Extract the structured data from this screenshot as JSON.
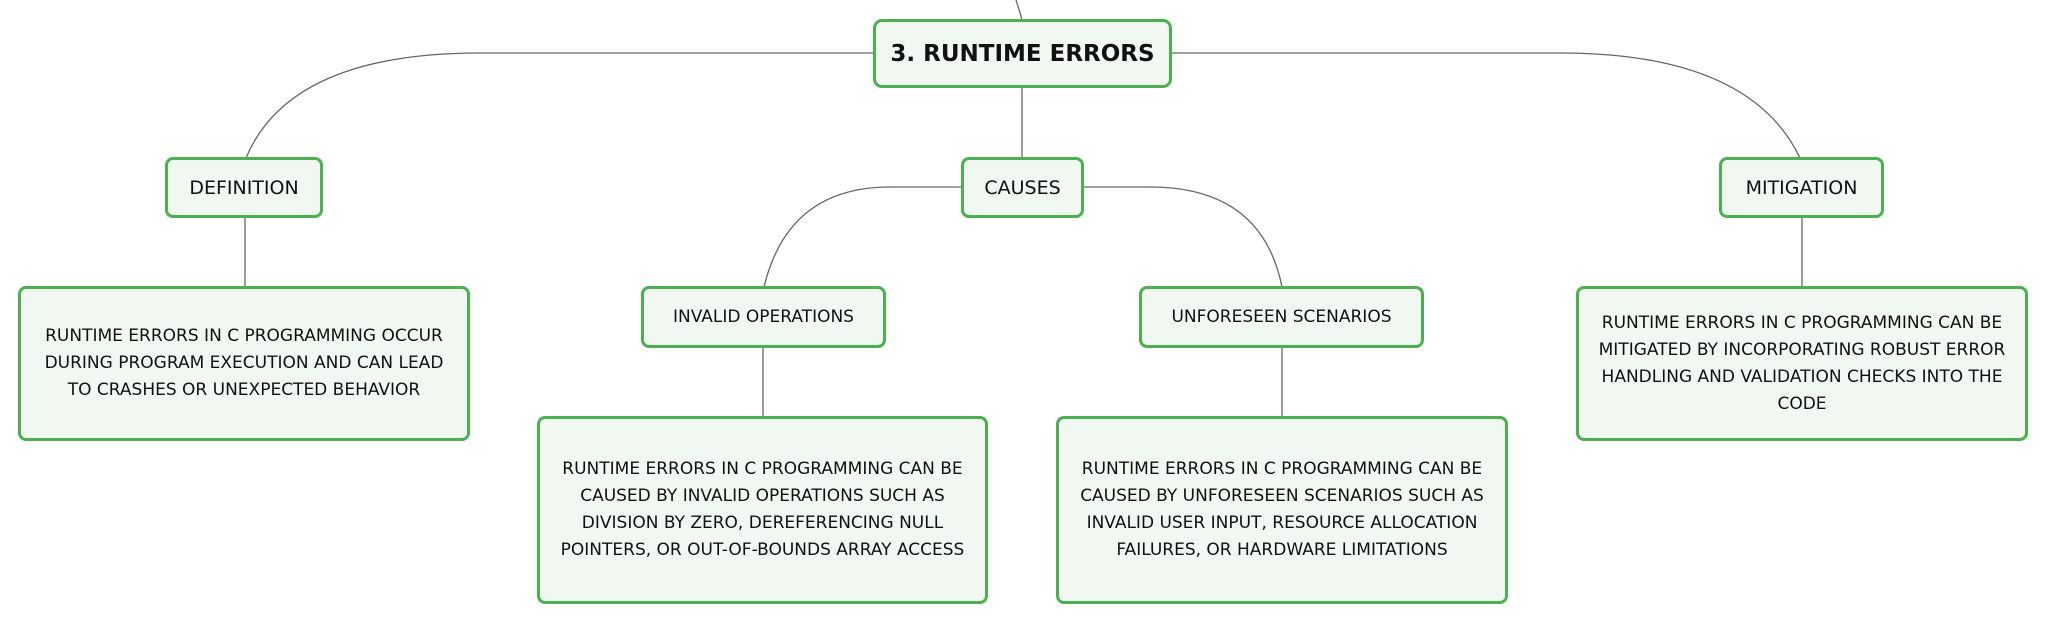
{
  "diagram": {
    "root": {
      "label": "3. RUNTIME ERRORS"
    },
    "definition": {
      "label": "DEFINITION",
      "description": "RUNTIME ERRORS IN C PROGRAMMING OCCUR DURING PROGRAM EXECUTION AND CAN LEAD TO CRASHES OR UNEXPECTED BEHAVIOR"
    },
    "causes": {
      "label": "CAUSES",
      "invalid_operations": {
        "label": "INVALID OPERATIONS",
        "description": "RUNTIME ERRORS IN C PROGRAMMING CAN BE CAUSED BY INVALID OPERATIONS SUCH AS DIVISION BY ZERO, DEREFERENCING NULL POINTERS, OR OUT-OF-BOUNDS ARRAY ACCESS"
      },
      "unforeseen_scenarios": {
        "label": "UNFORESEEN SCENARIOS",
        "description": "RUNTIME ERRORS IN C PROGRAMMING CAN BE CAUSED BY UNFORESEEN SCENARIOS SUCH AS INVALID USER INPUT, RESOURCE ALLOCATION FAILURES, OR HARDWARE LIMITATIONS"
      }
    },
    "mitigation": {
      "label": "MITIGATION",
      "description": "RUNTIME ERRORS IN C PROGRAMMING CAN BE MITIGATED BY INCORPORATING ROBUST ERROR HANDLING AND VALIDATION CHECKS INTO THE CODE"
    },
    "colors": {
      "node_border": "#4caf50",
      "node_fill": "#f1f8f2",
      "connector": "#666666",
      "text": "#111111"
    }
  }
}
